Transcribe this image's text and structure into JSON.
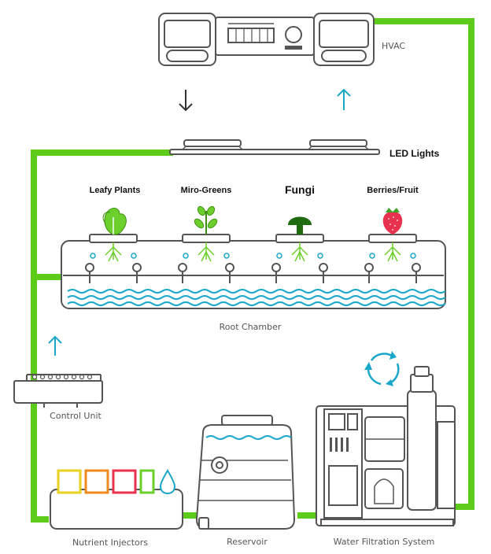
{
  "labels": {
    "hvac": "HVAC",
    "led_lights": "LED Lights",
    "leafy_plants": "Leafy Plants",
    "micro_greens": "Miro-Greens",
    "fungi": "Fungi",
    "berries": "Berries/Fruit",
    "root_chamber": "Root Chamber",
    "control_unit": "Control Unit",
    "nutrient_injectors": "Nutrient Injectors",
    "reservoir": "Reservoir",
    "water_filtration": "Water Filtration System"
  },
  "colors": {
    "pipe_green": "#5ccb1a",
    "water_blue": "#1aa7c9",
    "arrow_blue": "#1aa7c9",
    "outline_gray": "#555555",
    "plant_green": "#6ccf2b",
    "fungi_green": "#1e6b10",
    "injector_yellow": "#e8d21e",
    "injector_orange": "#f08a1e",
    "injector_red": "#e8314e"
  },
  "icons": [
    "down-arrow-icon",
    "up-arrow-icon",
    "recycle-icon",
    "water-drop-icon",
    "leaf-icon",
    "sprout-icon",
    "mushroom-icon",
    "strawberry-icon"
  ]
}
